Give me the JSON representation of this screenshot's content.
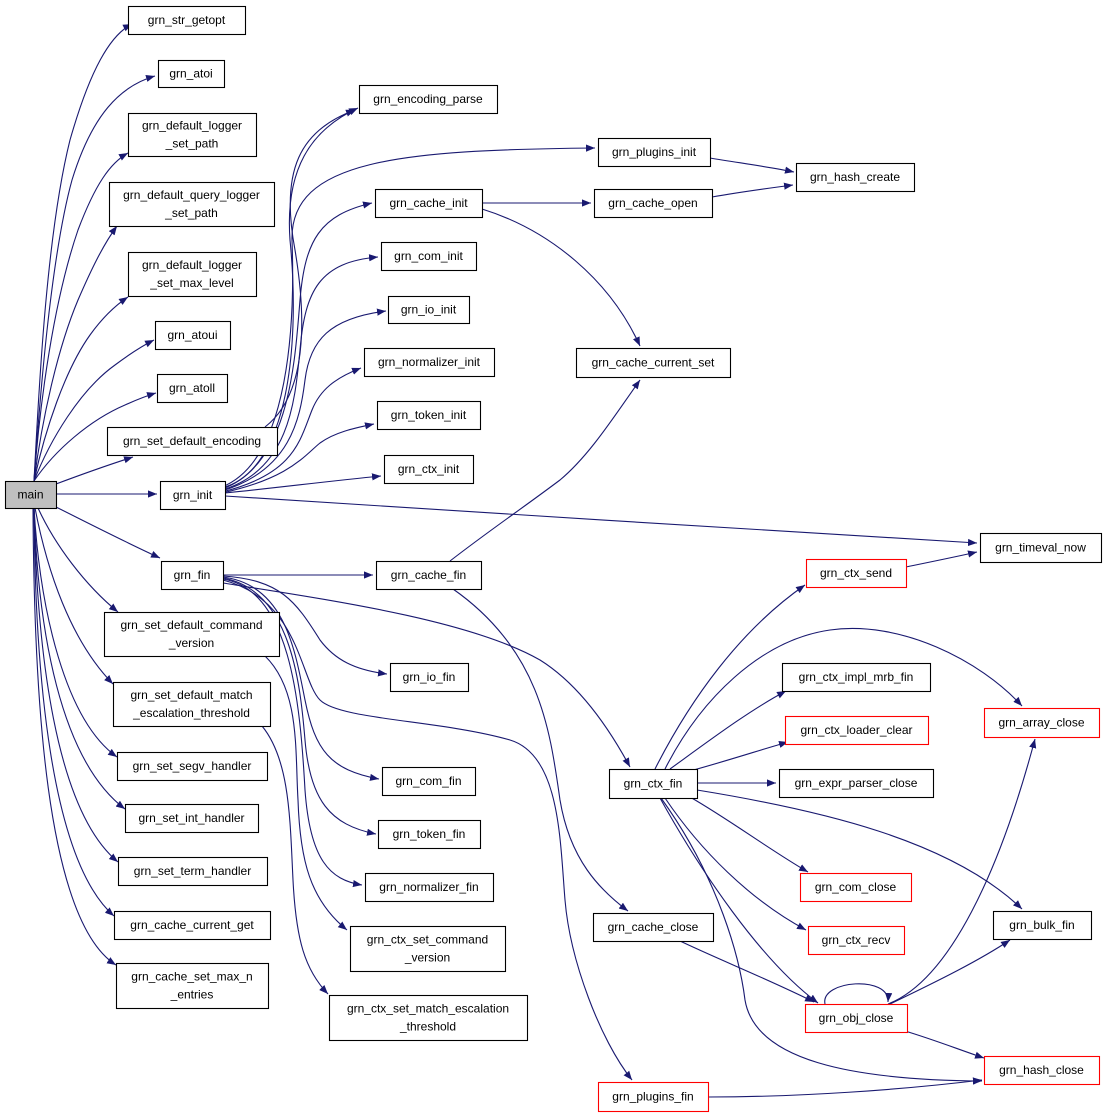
{
  "colors": {
    "edge": "#191970",
    "box_normal": "#000000",
    "box_truncated": "#ff0000",
    "box_root_fill": "#bfbfbf",
    "box_fill": "#ffffff"
  },
  "nodes": {
    "main": {
      "lines": [
        "main"
      ],
      "kind": "root"
    },
    "grn_str_getopt": {
      "lines": [
        "grn_str_getopt"
      ],
      "kind": "normal"
    },
    "grn_atoi": {
      "lines": [
        "grn_atoi"
      ],
      "kind": "normal"
    },
    "grn_default_logger_set_path": {
      "lines": [
        "grn_default_logger",
        "_set_path"
      ],
      "kind": "normal"
    },
    "grn_default_query_logger_set_path": {
      "lines": [
        "grn_default_query_logger",
        "_set_path"
      ],
      "kind": "normal"
    },
    "grn_default_logger_set_max_level": {
      "lines": [
        "grn_default_logger",
        "_set_max_level"
      ],
      "kind": "normal"
    },
    "grn_atoui": {
      "lines": [
        "grn_atoui"
      ],
      "kind": "normal"
    },
    "grn_atoll": {
      "lines": [
        "grn_atoll"
      ],
      "kind": "normal"
    },
    "grn_set_default_encoding": {
      "lines": [
        "grn_set_default_encoding"
      ],
      "kind": "normal"
    },
    "grn_init": {
      "lines": [
        "grn_init"
      ],
      "kind": "normal"
    },
    "grn_fin": {
      "lines": [
        "grn_fin"
      ],
      "kind": "normal"
    },
    "grn_set_default_command_version": {
      "lines": [
        "grn_set_default_command",
        "_version"
      ],
      "kind": "normal"
    },
    "grn_set_default_match_escalation_threshold": {
      "lines": [
        "grn_set_default_match",
        "_escalation_threshold"
      ],
      "kind": "normal"
    },
    "grn_set_segv_handler": {
      "lines": [
        "grn_set_segv_handler"
      ],
      "kind": "normal"
    },
    "grn_set_int_handler": {
      "lines": [
        "grn_set_int_handler"
      ],
      "kind": "normal"
    },
    "grn_set_term_handler": {
      "lines": [
        "grn_set_term_handler"
      ],
      "kind": "normal"
    },
    "grn_cache_current_get": {
      "lines": [
        "grn_cache_current_get"
      ],
      "kind": "normal"
    },
    "grn_cache_set_max_n_entries": {
      "lines": [
        "grn_cache_set_max_n",
        "_entries"
      ],
      "kind": "normal"
    },
    "grn_encoding_parse": {
      "lines": [
        "grn_encoding_parse"
      ],
      "kind": "normal"
    },
    "grn_plugins_init": {
      "lines": [
        "grn_plugins_init"
      ],
      "kind": "normal"
    },
    "grn_cache_init": {
      "lines": [
        "grn_cache_init"
      ],
      "kind": "normal"
    },
    "grn_com_init": {
      "lines": [
        "grn_com_init"
      ],
      "kind": "normal"
    },
    "grn_io_init": {
      "lines": [
        "grn_io_init"
      ],
      "kind": "normal"
    },
    "grn_normalizer_init": {
      "lines": [
        "grn_normalizer_init"
      ],
      "kind": "normal"
    },
    "grn_token_init": {
      "lines": [
        "grn_token_init"
      ],
      "kind": "normal"
    },
    "grn_ctx_init": {
      "lines": [
        "grn_ctx_init"
      ],
      "kind": "normal"
    },
    "grn_cache_fin": {
      "lines": [
        "grn_cache_fin"
      ],
      "kind": "normal"
    },
    "grn_io_fin": {
      "lines": [
        "grn_io_fin"
      ],
      "kind": "normal"
    },
    "grn_com_fin": {
      "lines": [
        "grn_com_fin"
      ],
      "kind": "normal"
    },
    "grn_token_fin": {
      "lines": [
        "grn_token_fin"
      ],
      "kind": "normal"
    },
    "grn_normalizer_fin": {
      "lines": [
        "grn_normalizer_fin"
      ],
      "kind": "normal"
    },
    "grn_ctx_set_command_version": {
      "lines": [
        "grn_ctx_set_command",
        "_version"
      ],
      "kind": "normal"
    },
    "grn_ctx_set_match_escalation_threshold": {
      "lines": [
        "grn_ctx_set_match_escalation",
        "_threshold"
      ],
      "kind": "normal"
    },
    "grn_hash_create": {
      "lines": [
        "grn_hash_create"
      ],
      "kind": "normal"
    },
    "grn_cache_open": {
      "lines": [
        "grn_cache_open"
      ],
      "kind": "normal"
    },
    "grn_cache_current_set": {
      "lines": [
        "grn_cache_current_set"
      ],
      "kind": "normal"
    },
    "grn_ctx_fin": {
      "lines": [
        "grn_ctx_fin"
      ],
      "kind": "normal"
    },
    "grn_cache_close": {
      "lines": [
        "grn_cache_close"
      ],
      "kind": "normal"
    },
    "grn_plugins_fin": {
      "lines": [
        "grn_plugins_fin"
      ],
      "kind": "truncated"
    },
    "grn_ctx_send": {
      "lines": [
        "grn_ctx_send"
      ],
      "kind": "truncated"
    },
    "grn_ctx_impl_mrb_fin": {
      "lines": [
        "grn_ctx_impl_mrb_fin"
      ],
      "kind": "normal"
    },
    "grn_ctx_loader_clear": {
      "lines": [
        "grn_ctx_loader_clear"
      ],
      "kind": "truncated"
    },
    "grn_expr_parser_close": {
      "lines": [
        "grn_expr_parser_close"
      ],
      "kind": "normal"
    },
    "grn_com_close": {
      "lines": [
        "grn_com_close"
      ],
      "kind": "truncated"
    },
    "grn_ctx_recv": {
      "lines": [
        "grn_ctx_recv"
      ],
      "kind": "truncated"
    },
    "grn_obj_close": {
      "lines": [
        "grn_obj_close"
      ],
      "kind": "truncated"
    },
    "grn_timeval_now": {
      "lines": [
        "grn_timeval_now"
      ],
      "kind": "normal"
    },
    "grn_array_close": {
      "lines": [
        "grn_array_close"
      ],
      "kind": "truncated"
    },
    "grn_bulk_fin": {
      "lines": [
        "grn_bulk_fin"
      ],
      "kind": "normal"
    },
    "grn_hash_close": {
      "lines": [
        "grn_hash_close"
      ],
      "kind": "truncated"
    }
  },
  "edges": [
    [
      "main",
      "grn_str_getopt"
    ],
    [
      "main",
      "grn_atoi"
    ],
    [
      "main",
      "grn_default_logger_set_path"
    ],
    [
      "main",
      "grn_default_query_logger_set_path"
    ],
    [
      "main",
      "grn_default_logger_set_max_level"
    ],
    [
      "main",
      "grn_atoui"
    ],
    [
      "main",
      "grn_atoll"
    ],
    [
      "main",
      "grn_set_default_encoding"
    ],
    [
      "main",
      "grn_init"
    ],
    [
      "main",
      "grn_fin"
    ],
    [
      "main",
      "grn_set_default_command_version"
    ],
    [
      "main",
      "grn_set_default_match_escalation_threshold"
    ],
    [
      "main",
      "grn_set_segv_handler"
    ],
    [
      "main",
      "grn_set_int_handler"
    ],
    [
      "main",
      "grn_set_term_handler"
    ],
    [
      "main",
      "grn_cache_current_get"
    ],
    [
      "main",
      "grn_cache_set_max_n_entries"
    ],
    [
      "grn_set_default_encoding",
      "grn_encoding_parse"
    ],
    [
      "grn_init",
      "grn_encoding_parse"
    ],
    [
      "grn_init",
      "grn_plugins_init"
    ],
    [
      "grn_init",
      "grn_cache_init"
    ],
    [
      "grn_init",
      "grn_com_init"
    ],
    [
      "grn_init",
      "grn_io_init"
    ],
    [
      "grn_init",
      "grn_normalizer_init"
    ],
    [
      "grn_init",
      "grn_token_init"
    ],
    [
      "grn_init",
      "grn_ctx_init"
    ],
    [
      "grn_init",
      "grn_timeval_now"
    ],
    [
      "grn_plugins_init",
      "grn_hash_create"
    ],
    [
      "grn_cache_init",
      "grn_cache_open"
    ],
    [
      "grn_cache_init",
      "grn_cache_current_set"
    ],
    [
      "grn_cache_open",
      "grn_hash_create"
    ],
    [
      "grn_fin",
      "grn_cache_fin"
    ],
    [
      "grn_fin",
      "grn_io_fin"
    ],
    [
      "grn_fin",
      "grn_com_fin"
    ],
    [
      "grn_fin",
      "grn_token_fin"
    ],
    [
      "grn_fin",
      "grn_normalizer_fin"
    ],
    [
      "grn_fin",
      "grn_ctx_fin"
    ],
    [
      "grn_fin",
      "grn_plugins_fin"
    ],
    [
      "grn_set_default_command_version",
      "grn_ctx_set_command_version"
    ],
    [
      "grn_set_default_match_escalation_threshold",
      "grn_ctx_set_match_escalation_threshold"
    ],
    [
      "grn_cache_fin",
      "grn_cache_current_set"
    ],
    [
      "grn_cache_fin",
      "grn_cache_close"
    ],
    [
      "grn_ctx_fin",
      "grn_ctx_send"
    ],
    [
      "grn_ctx_fin",
      "grn_ctx_impl_mrb_fin"
    ],
    [
      "grn_ctx_fin",
      "grn_array_close"
    ],
    [
      "grn_ctx_fin",
      "grn_ctx_loader_clear"
    ],
    [
      "grn_ctx_fin",
      "grn_expr_parser_close"
    ],
    [
      "grn_ctx_fin",
      "grn_com_close"
    ],
    [
      "grn_ctx_fin",
      "grn_ctx_recv"
    ],
    [
      "grn_ctx_fin",
      "grn_bulk_fin"
    ],
    [
      "grn_ctx_fin",
      "grn_obj_close"
    ],
    [
      "grn_ctx_fin",
      "grn_hash_close"
    ],
    [
      "grn_cache_close",
      "grn_obj_close"
    ],
    [
      "grn_ctx_send",
      "grn_timeval_now"
    ],
    [
      "grn_obj_close",
      "grn_obj_close"
    ],
    [
      "grn_obj_close",
      "grn_array_close"
    ],
    [
      "grn_obj_close",
      "grn_bulk_fin"
    ],
    [
      "grn_obj_close",
      "grn_hash_close"
    ],
    [
      "grn_plugins_fin",
      "grn_hash_close"
    ]
  ]
}
